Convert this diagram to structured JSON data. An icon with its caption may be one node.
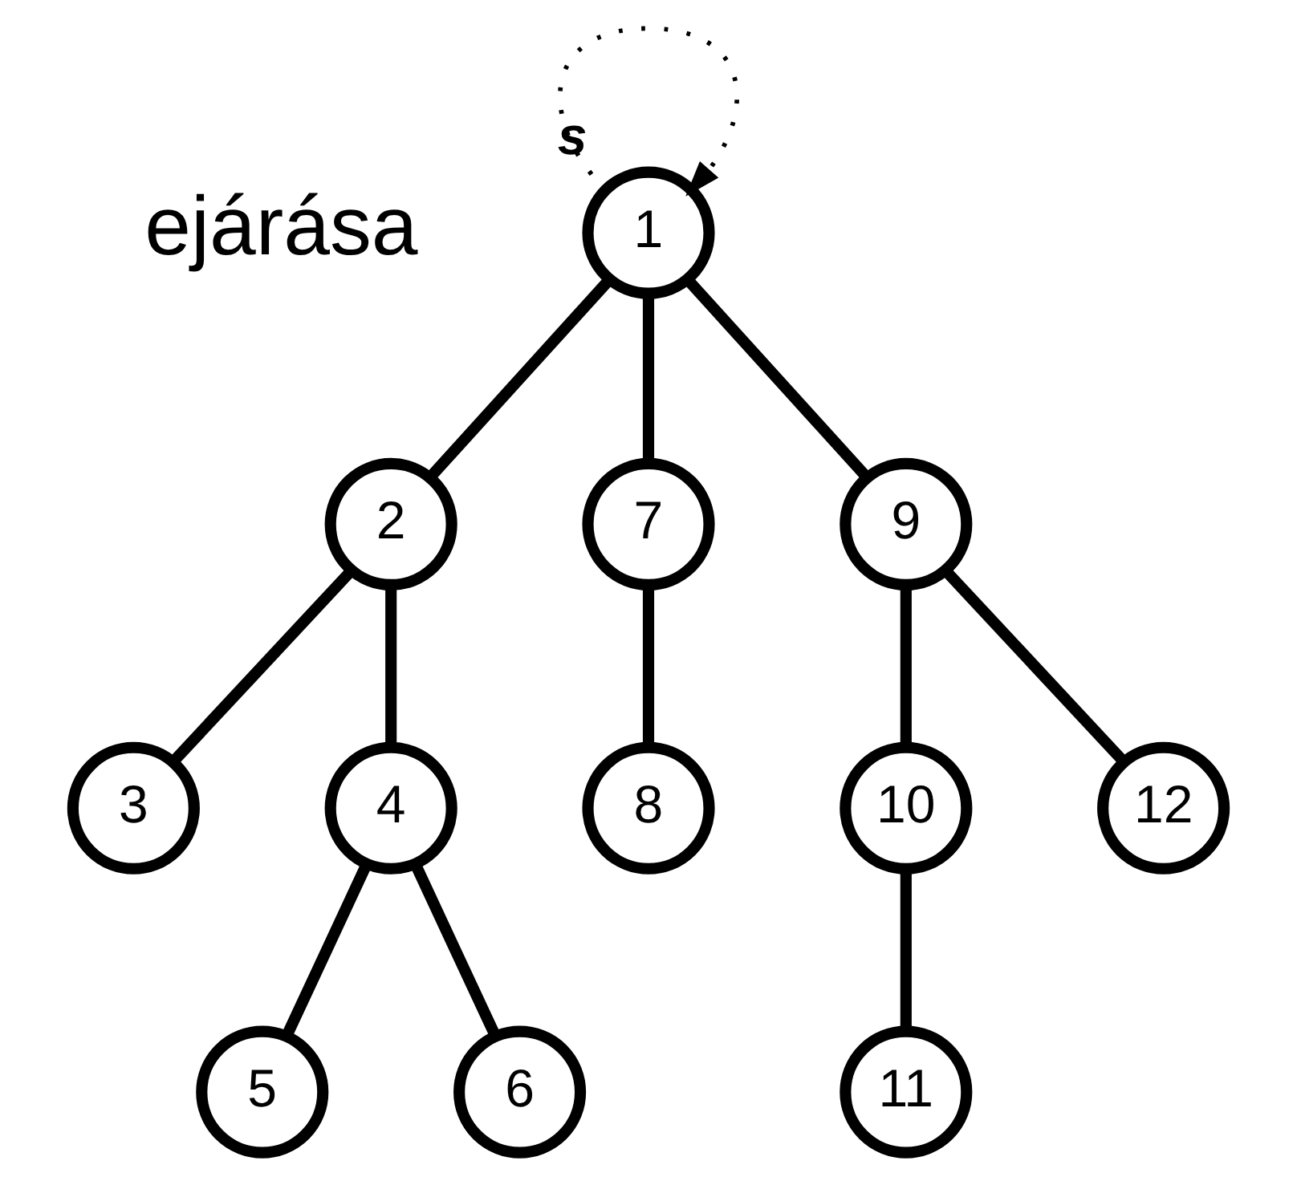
{
  "diagram": {
    "nodes": [
      {
        "text": [
          "1"
        ],
        "beside": [
          "s"
        ]
      },
      {
        "text": [
          "2"
        ]
      },
      {
        "text": [
          "7"
        ]
      },
      {
        "text": [
          "9"
        ]
      },
      {
        "text": [
          "3"
        ]
      },
      {
        "text": [
          "4"
        ]
      },
      {
        "text": [
          "8"
        ]
      },
      {
        "text": [
          "10"
        ]
      },
      {
        "text": [
          "12"
        ]
      },
      {
        "text": [
          "5"
        ]
      },
      {
        "text": [
          "6"
        ]
      },
      {
        "text": [
          "11"
        ]
      }
    ],
    "edges": [
      {
        "from": 0,
        "to": 1,
        "arrow": "none"
      },
      {
        "from": 0,
        "to": 2,
        "arrow": "none"
      },
      {
        "from": 0,
        "to": 3,
        "arrow": "none"
      },
      {
        "from": 1,
        "to": 4,
        "arrow": "none"
      },
      {
        "from": 1,
        "to": 5,
        "arrow": "none"
      },
      {
        "from": 2,
        "to": 6,
        "arrow": "none"
      },
      {
        "from": 3,
        "to": 7,
        "arrow": "none"
      },
      {
        "from": 3,
        "to": 8,
        "arrow": "none"
      },
      {
        "from": 5,
        "to": 9,
        "arrow": "none"
      },
      {
        "from": 5,
        "to": 10,
        "arrow": "none"
      },
      {
        "from": 7,
        "to": 11,
        "arrow": "none"
      },
      {
        "from": 0,
        "to": 0,
        "arrow": "to",
        "style": "dashed"
      }
    ],
    "labels": [
      "ejárása"
    ]
  }
}
